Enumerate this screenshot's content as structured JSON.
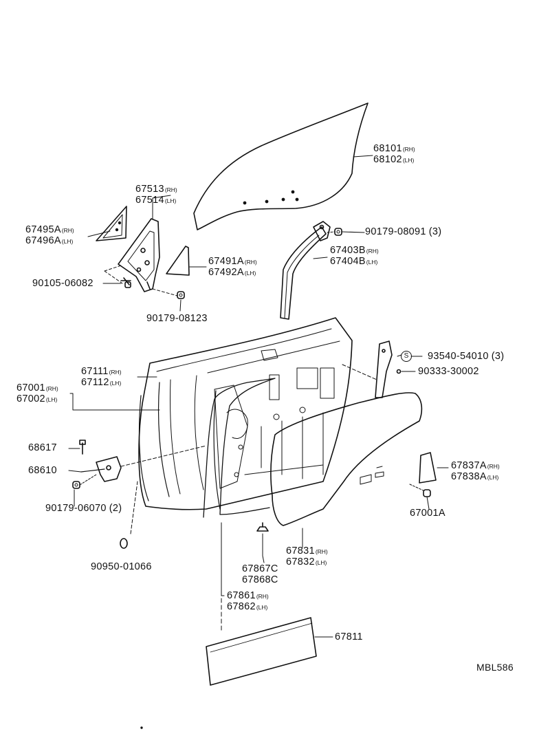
{
  "diagram_code": "MBL586",
  "parts": {
    "p68101": {
      "number": "68101",
      "side": "(RH)"
    },
    "p68102": {
      "number": "68102",
      "side": "(LH)"
    },
    "p67513": {
      "number": "67513",
      "side": "(RH)"
    },
    "p67514": {
      "number": "67514",
      "side": "(LH)"
    },
    "p67495A": {
      "number": "67495A",
      "side": "(RH)"
    },
    "p67496A": {
      "number": "67496A",
      "side": "(LH)"
    },
    "p90179_08091": {
      "number": "90179-08091",
      "qty": "(3)"
    },
    "p67403B": {
      "number": "67403B",
      "side": "(RH)"
    },
    "p67404B": {
      "number": "67404B",
      "side": "(LH)"
    },
    "p67491A": {
      "number": "67491A",
      "side": "(RH)"
    },
    "p67492A": {
      "number": "67492A",
      "side": "(LH)"
    },
    "p90105_06082": {
      "number": "90105-06082"
    },
    "p90179_08123": {
      "number": "90179-08123"
    },
    "p93540_54010": {
      "number": "93540-54010",
      "qty": "(3)",
      "symbol": "S"
    },
    "p90333_30002": {
      "number": "90333-30002"
    },
    "p67111": {
      "number": "67111",
      "side": "(RH)"
    },
    "p67112": {
      "number": "67112",
      "side": "(LH)"
    },
    "p67001": {
      "number": "67001",
      "side": "(RH)"
    },
    "p67002": {
      "number": "67002",
      "side": "(LH)"
    },
    "p68617": {
      "number": "68617"
    },
    "p68610": {
      "number": "68610"
    },
    "p90179_06070": {
      "number": "90179-06070",
      "qty": "(2)"
    },
    "p67837A": {
      "number": "67837A",
      "side": "(RH)"
    },
    "p67838A": {
      "number": "67838A",
      "side": "(LH)"
    },
    "p67001A": {
      "number": "67001A"
    },
    "p90950_01066": {
      "number": "90950-01066"
    },
    "p67831": {
      "number": "67831",
      "side": "(RH)"
    },
    "p67832": {
      "number": "67832",
      "side": "(LH)"
    },
    "p67867C": {
      "number": "67867C"
    },
    "p67868C": {
      "number": "67868C"
    },
    "p67861": {
      "number": "67861",
      "side": "(RH)"
    },
    "p67862": {
      "number": "67862",
      "side": "(LH)"
    },
    "p67811": {
      "number": "67811"
    }
  }
}
